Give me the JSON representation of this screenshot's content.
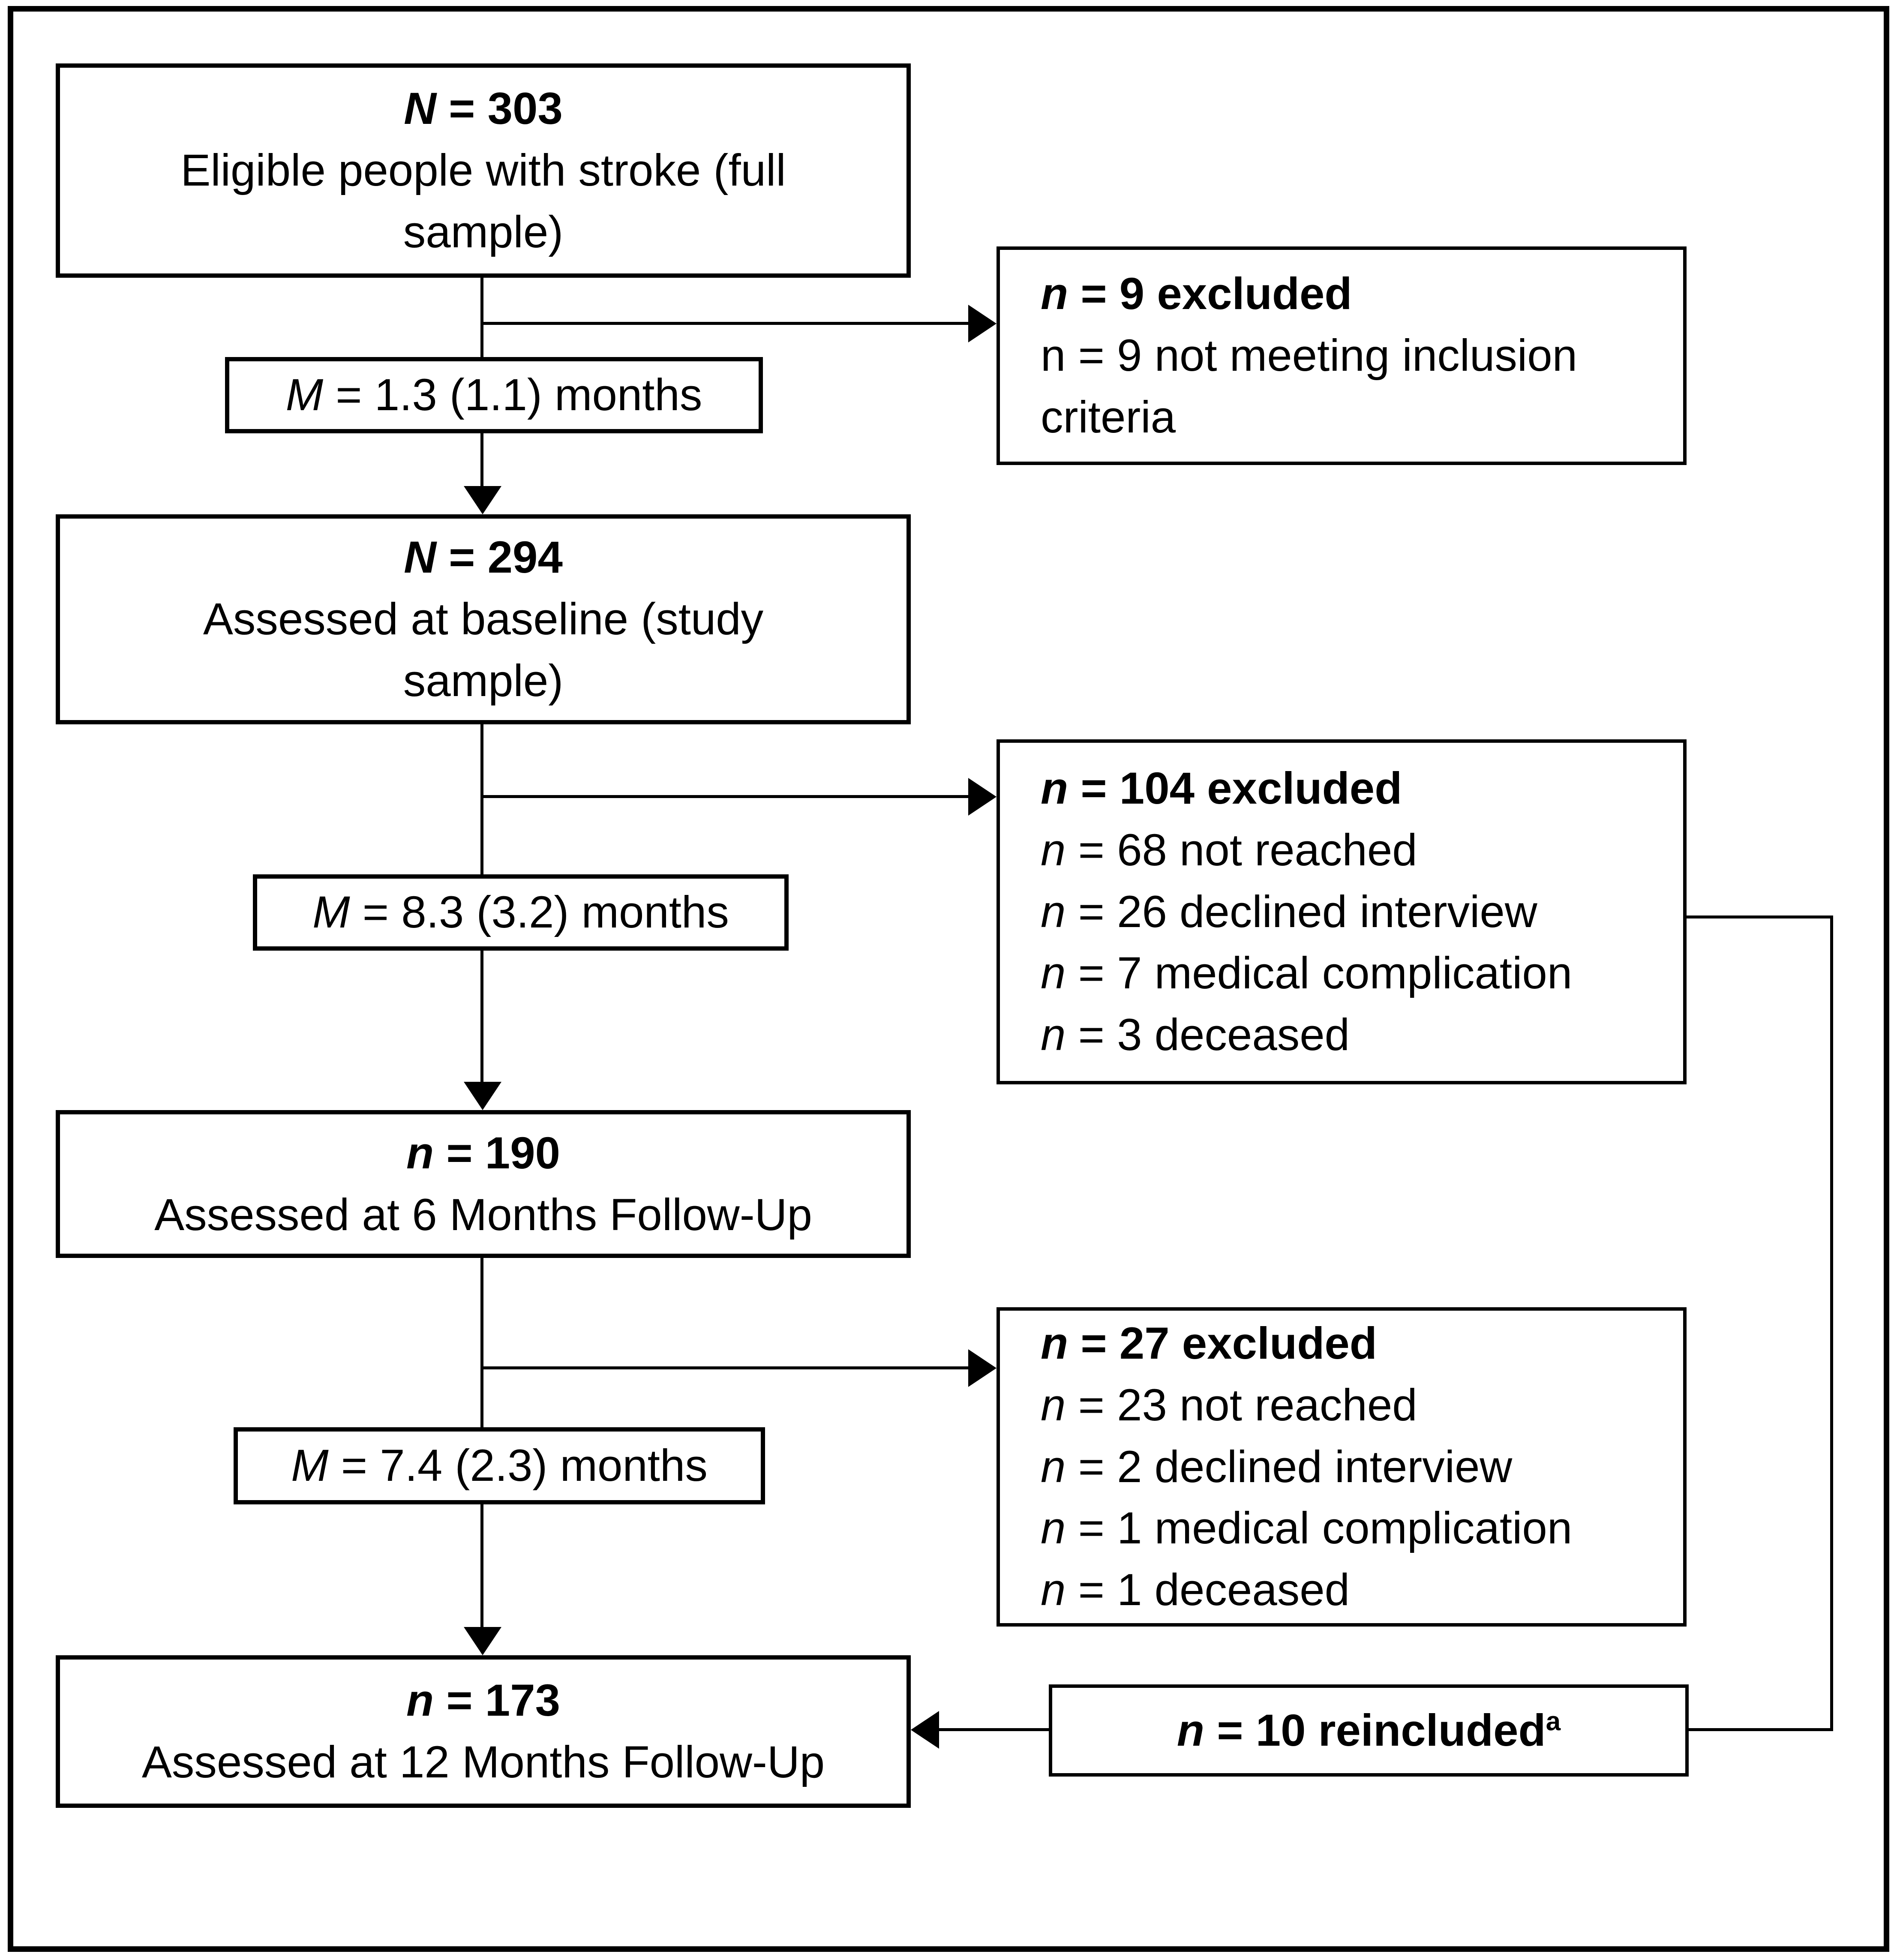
{
  "colors": {
    "line": "#000000",
    "background": "#ffffff",
    "text": "#000000"
  },
  "boxes": {
    "full_sample": {
      "var": "N",
      "stat": " = 303",
      "lines": [
        "Eligible people with stroke (full",
        "sample)"
      ]
    },
    "interval_1": {
      "var": "M",
      "text": " = 1.3 (1.1) months"
    },
    "excluded_1": {
      "var": "n",
      "title": " = 9 excluded",
      "details": [
        {
          "text": "n = 9 not meeting inclusion"
        },
        {
          "text": "criteria"
        }
      ]
    },
    "baseline": {
      "var": "N",
      "stat": " = 294",
      "lines": [
        "Assessed at baseline (study",
        "sample)"
      ]
    },
    "interval_2": {
      "var": "M",
      "text": " = 8.3 (3.2) months"
    },
    "excluded_2": {
      "var": "n",
      "title": " = 104 excluded",
      "details": [
        {
          "var": "n",
          "text": " = 68 not reached"
        },
        {
          "var": "n",
          "text": " = 26 declined interview"
        },
        {
          "var": "n",
          "text": " = 7 medical complication"
        },
        {
          "var": "n",
          "text": " = 3 deceased"
        }
      ]
    },
    "followup_6": {
      "var": "n",
      "stat": " = 190",
      "lines": [
        "Assessed at 6 Months Follow-Up"
      ]
    },
    "interval_3": {
      "var": "M",
      "text": " = 7.4 (2.3) months"
    },
    "excluded_3": {
      "var": "n",
      "title": " = 27 excluded",
      "details": [
        {
          "var": "n",
          "text": " = 23 not reached"
        },
        {
          "var": "n",
          "text": " = 2 declined interview"
        },
        {
          "var": "n",
          "text": " = 1 medical complication"
        },
        {
          "var": "n",
          "text": " = 1 deceased"
        }
      ]
    },
    "followup_12": {
      "var": "n",
      "stat": " = 173",
      "lines": [
        "Assessed at 12 Months Follow-Up"
      ]
    },
    "reincluded": {
      "var": "n",
      "text": " = 10 reincluded",
      "superscript": "a"
    }
  }
}
